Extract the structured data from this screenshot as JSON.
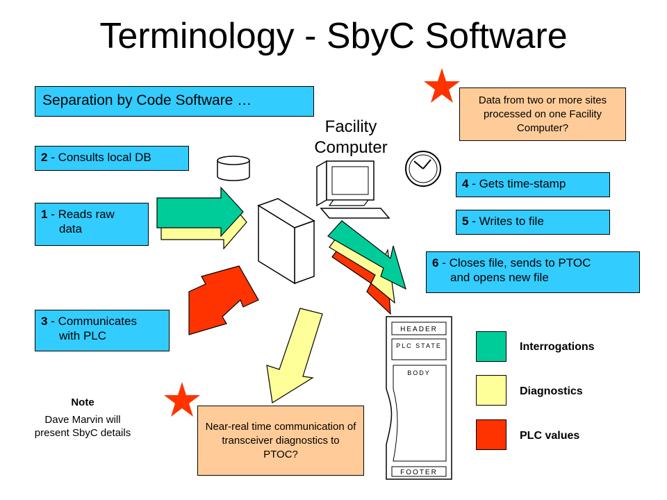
{
  "title": "Terminology - SbyC Software",
  "intro_label": "Separation by Code Software …",
  "facility_computer": {
    "line1": "Facility",
    "line2": "Computer"
  },
  "steps": [
    {
      "num": "1",
      "text1": " - Reads raw",
      "text2": "data"
    },
    {
      "num": "2",
      "text1": " - Consults local DB"
    },
    {
      "num": "3",
      "text1": " - Communicates",
      "text2": "with PLC"
    },
    {
      "num": "4",
      "text1": " - Gets time-stamp"
    },
    {
      "num": "5",
      "text1": " - Writes to file"
    },
    {
      "num": "6",
      "text1": " - Closes file, sends to PTOC",
      "text2": "and opens new file"
    }
  ],
  "questions": {
    "multi_site": "Data from two or more sites processed on one Facility Computer?",
    "near_real_time": "Near-real time communication of transceiver diagnostics to PTOC?"
  },
  "note": {
    "heading": "Note",
    "text": "Dave Marvin will present SbyC details"
  },
  "file_sections": [
    "HEADER",
    "PLC STATE",
    "BODY",
    "FOOTER"
  ],
  "legend": [
    {
      "label": "Interrogations",
      "color": "#00cc99"
    },
    {
      "label": "Diagnostics",
      "color": "#ffff99"
    },
    {
      "label": "PLC values",
      "color": "#ff3300"
    }
  ],
  "colors": {
    "step_box": "#33ccff",
    "question_box": "#ffcc99",
    "star": "#ff3300"
  },
  "icons": [
    "database-icon",
    "computer-icon",
    "clock-icon",
    "server-tower-icon",
    "star-icon",
    "file-document-icon"
  ]
}
